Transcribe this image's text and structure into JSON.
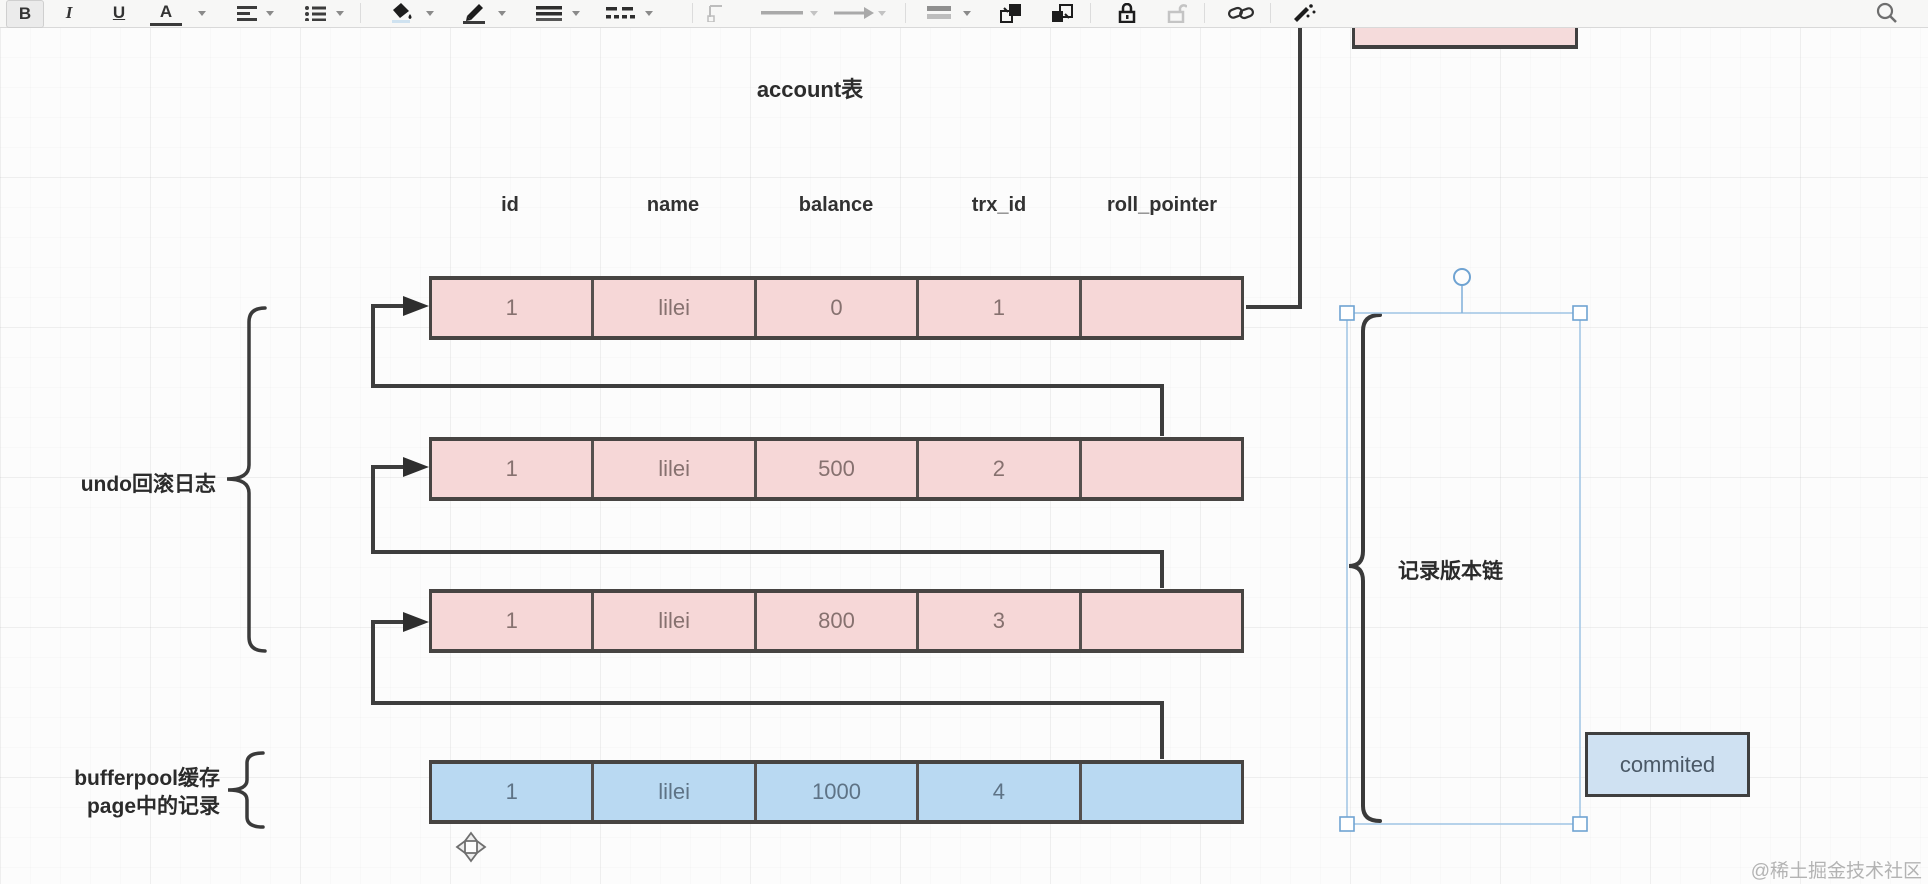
{
  "toolbar": {
    "bold_label": "B",
    "italic_label": "I",
    "underline_label": "U",
    "font_color_label": "A"
  },
  "title": "account表",
  "table": {
    "headers": [
      "id",
      "name",
      "balance",
      "trx_id",
      "roll_pointer"
    ],
    "rows": [
      {
        "kind": "undo-log-row",
        "cells": [
          "1",
          "lilei",
          "0",
          "1",
          ""
        ]
      },
      {
        "kind": "undo-log-row",
        "cells": [
          "1",
          "lilei",
          "500",
          "2",
          ""
        ]
      },
      {
        "kind": "undo-log-row",
        "cells": [
          "1",
          "lilei",
          "800",
          "3",
          ""
        ]
      },
      {
        "kind": "bufferpool-row",
        "cells": [
          "1",
          "lilei",
          "1000",
          "4",
          ""
        ]
      }
    ]
  },
  "labels": {
    "undo_log": "undo回滚日志",
    "bufferpool_line1": "bufferpool缓存",
    "bufferpool_line2": "page中的记录",
    "version_chain": "记录版本链",
    "committed": "commited"
  },
  "watermark": "@稀土掘金技术社区",
  "colors": {
    "undo_row_fill": "#f6d7d7",
    "bufferpool_row_fill": "#b9d9f2",
    "committed_fill": "#cfe1f2",
    "shape_border": "#474442",
    "connector": "#3d3d3d",
    "selection": "#7aa9d4"
  }
}
